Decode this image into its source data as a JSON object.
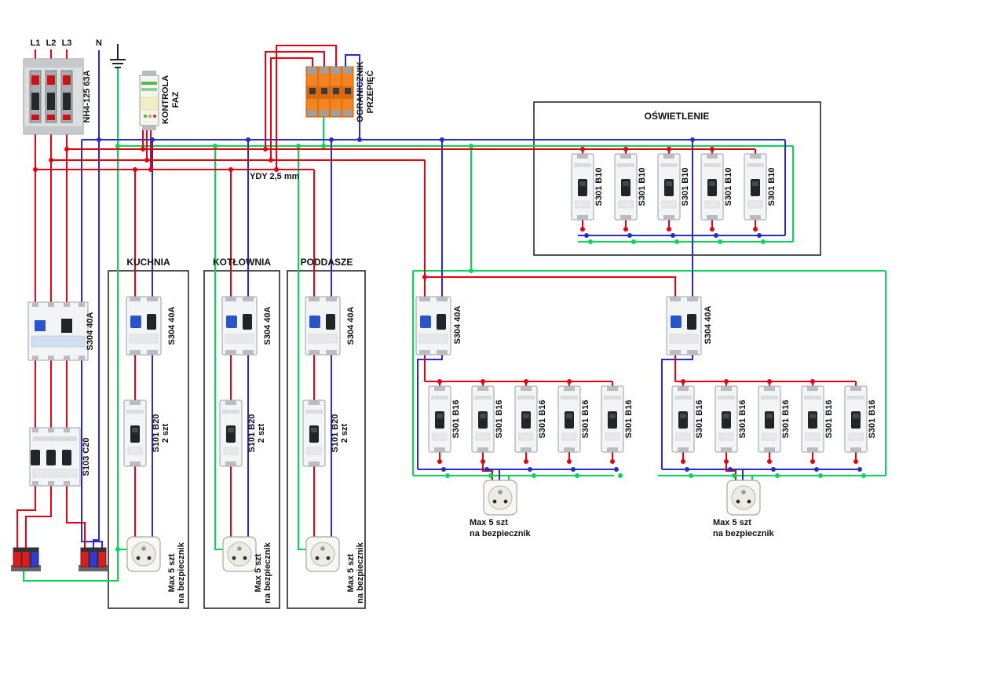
{
  "supply": {
    "phase_labels": [
      "L1",
      "L2",
      "L3"
    ],
    "neutral_label": "N",
    "main_switch_label": "NH4-125 63A",
    "phase_monitor_line1": "KONTROLA",
    "phase_monitor_line2": "FAZ",
    "surge_line1": "OGRANICZNIK",
    "surge_line2": "PRZEPIĘĆ",
    "cable_label": "YDY 2,5 mm",
    "main_rcd_label": "S304 40A",
    "main_mcb_label": "S103 C20"
  },
  "lighting": {
    "title": "OŚWIETLENIE",
    "breaker_labels": [
      "S301 B10",
      "S301 B10",
      "S301 B10",
      "S301 B10",
      "S301 B10"
    ]
  },
  "rooms": [
    {
      "title": "KUCHNIA",
      "rcd_label": "S304 40A",
      "mcb_label": "S101 B20",
      "mcb_qty": "2 szt",
      "note_line1": "Max 5 szt",
      "note_line2": "na bezpiecznik"
    },
    {
      "title": "KOTŁOWNIA",
      "rcd_label": "S304 40A",
      "mcb_label": "S101 B20",
      "mcb_qty": "2 szt",
      "note_line1": "Max 5 szt",
      "note_line2": "na bezpiecznik"
    },
    {
      "title": "PODDASZE",
      "rcd_label": "S304 40A",
      "mcb_label": "S101 B20",
      "mcb_qty": "2 szt",
      "note_line1": "Max 5 szt",
      "note_line2": "na bezpiecznik"
    }
  ],
  "socket_groups": [
    {
      "rcd_label": "S304 40A",
      "breaker_labels": [
        "S301 B16",
        "S301 B16",
        "S301 B16",
        "S301 B16",
        "S301 B16"
      ],
      "note_line1": "Max 5 szt",
      "note_line2": "na bezpiecznik"
    },
    {
      "rcd_label": "S304 40A",
      "breaker_labels": [
        "S301 B16",
        "S301 B16",
        "S301 B16",
        "S301 B16",
        "S301 B16"
      ],
      "note_line1": "Max 5 szt",
      "note_line2": "na bezpiecznik"
    }
  ],
  "colors": {
    "phase_wire": "#e60012",
    "neutral_wire": "#2a2ad0",
    "earth_wire": "#00d957"
  }
}
